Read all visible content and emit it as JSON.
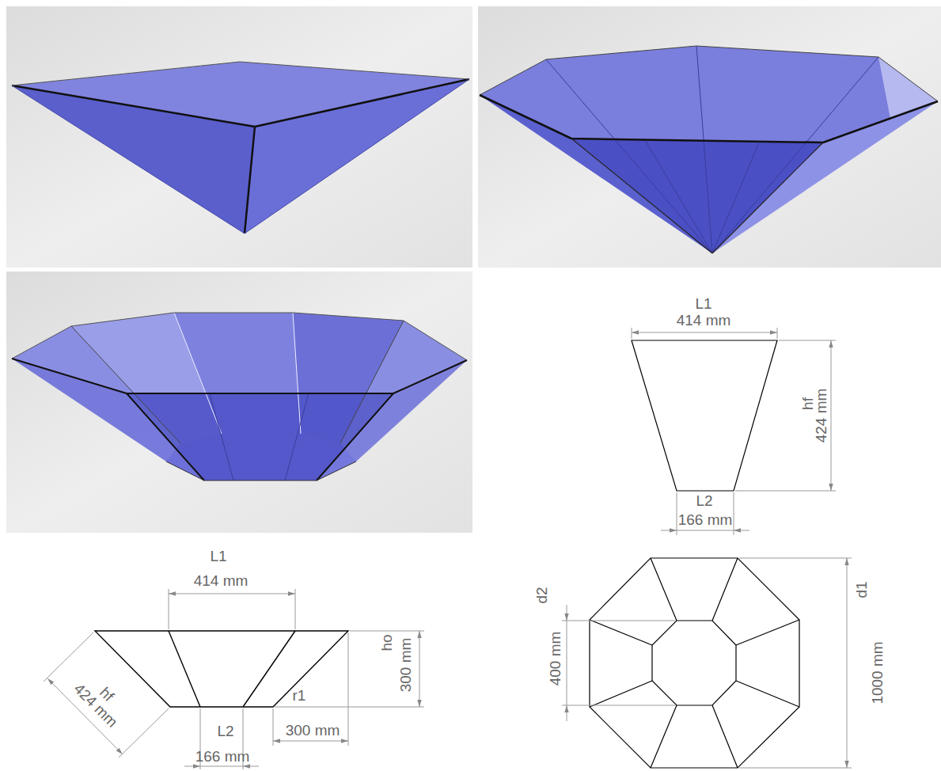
{
  "diagram": {
    "labels": [
      "L1",
      "414 mm",
      "hf",
      "424 mm",
      "L2",
      "166 mm",
      "L1",
      "414 mm",
      "hf",
      "424 mm",
      "ho",
      "300 mm",
      "r1",
      "300 mm",
      "L2",
      "166 mm",
      "d2",
      "400 mm",
      "d1",
      "1000 mm"
    ]
  }
}
